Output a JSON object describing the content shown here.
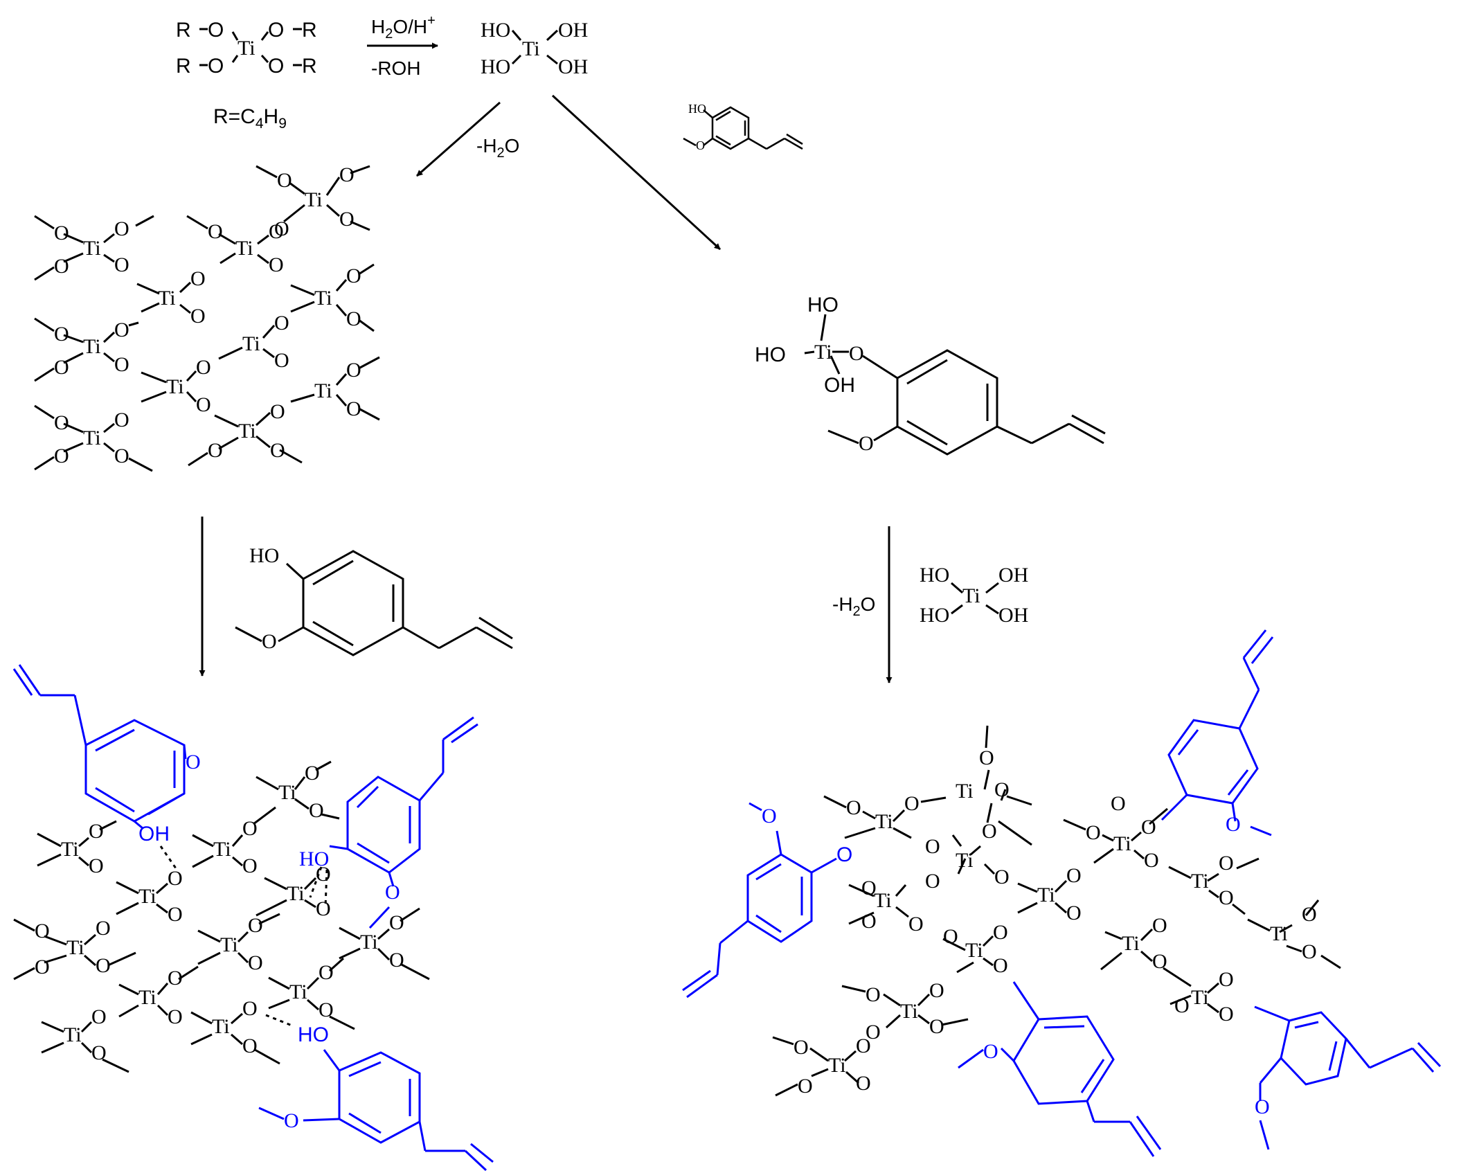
{
  "colors": {
    "bond": "#000000",
    "eugenol_highlight": "#0000ff",
    "background": "#ffffff"
  },
  "labels": {
    "R": "R",
    "O": "O",
    "Ti": "Ti",
    "HO": "HO",
    "OH": "OH",
    "r_def_main": "R=C",
    "r_def_sub1": "4",
    "r_def_mid": "H",
    "r_def_sub2": "9",
    "step1_top_main": "H",
    "step1_top_sub": "2",
    "step1_top_rest": "O/H",
    "step1_top_sup": "+",
    "step1_bottom": "-ROH",
    "water_loss_main": "-H",
    "water_loss_sub": "2",
    "water_loss_rest": "O"
  }
}
